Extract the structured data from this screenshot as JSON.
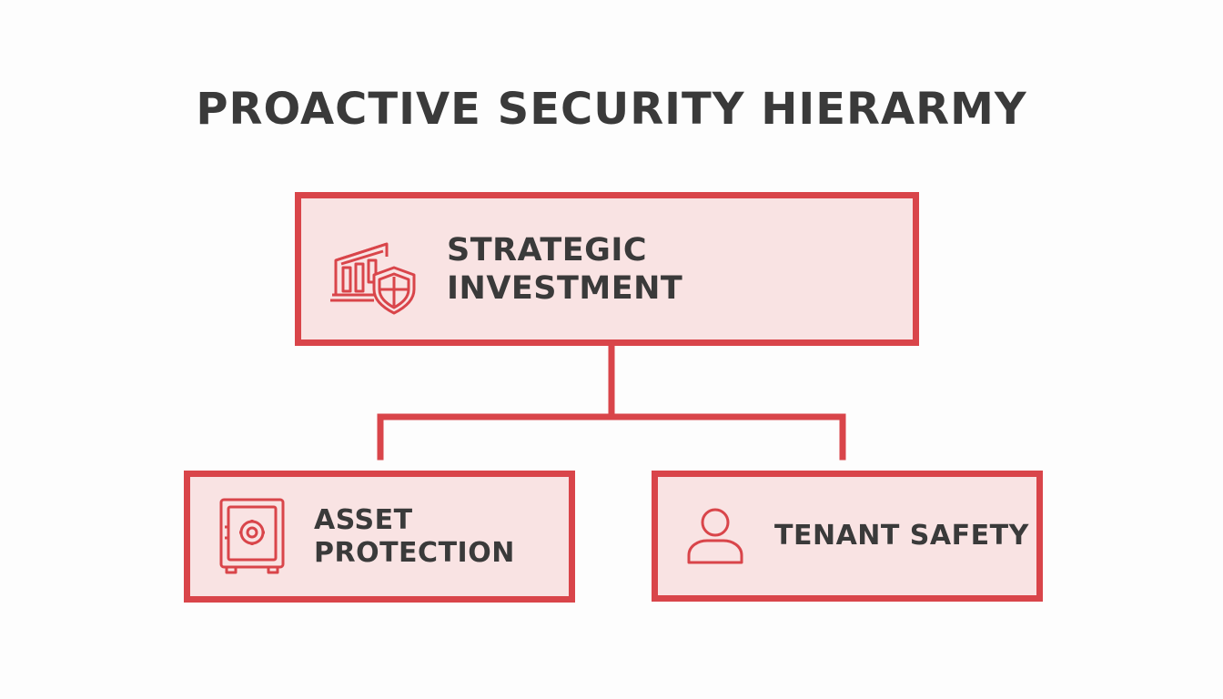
{
  "title": "PROACTIVE SECURITY HIERARMY",
  "colors": {
    "accent": "#d9454a",
    "box_fill": "#f9e3e3",
    "text": "#3a3a3a",
    "background": "#fdfdfd"
  },
  "nodes": {
    "top": {
      "line1": "STRATEGIC",
      "line2": "INVESTMENT",
      "icon": "building-shield-icon"
    },
    "left": {
      "line1": "ASSET",
      "line2": "PROTECTION",
      "icon": "safe-icon"
    },
    "right": {
      "line1": "TENANT SAFETY",
      "icon": "person-icon"
    }
  }
}
